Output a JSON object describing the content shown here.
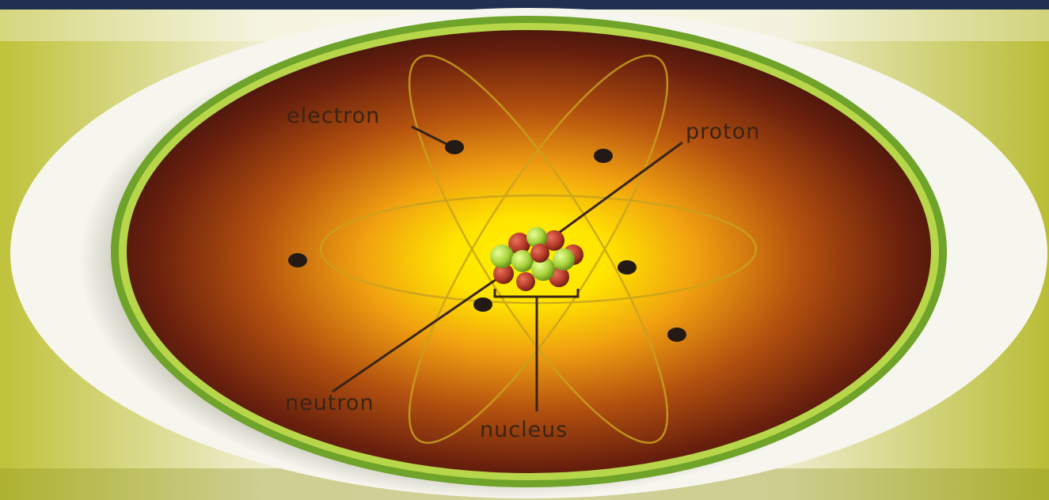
{
  "labels": {
    "electron": "electron",
    "proton": "proton",
    "neutron": "neutron",
    "nucleus": "nucleus"
  },
  "colors": {
    "top_bar": "#1f3050",
    "frame_olive": "#b6bd3a",
    "ring_white": "#f7f6ee",
    "rim_green": "#6fa329",
    "glow_center": "#ffe000",
    "glow_edge": "#3e120c",
    "orbit": "#c9a21e",
    "electron": "#231a14",
    "proton": "#b63b2a",
    "neutron": "#a7d23a",
    "pointer": "#3a2414"
  },
  "counts": {
    "electrons": 6,
    "orbits": 3
  }
}
